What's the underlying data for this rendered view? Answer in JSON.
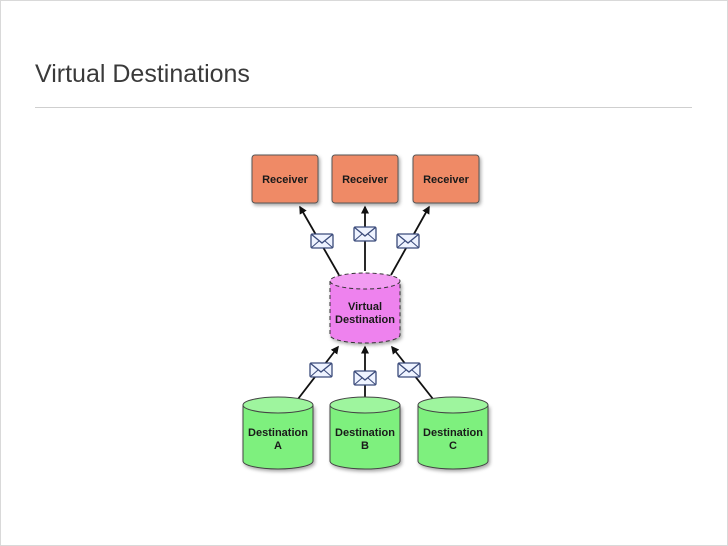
{
  "slide": {
    "title": "Virtual Destinations"
  },
  "diagram": {
    "receivers": [
      {
        "label": "Receiver"
      },
      {
        "label": "Receiver"
      },
      {
        "label": "Receiver"
      }
    ],
    "virtual_destination": {
      "line1": "Virtual",
      "line2": "Destination"
    },
    "destinations": [
      {
        "line1": "Destination",
        "line2": "A"
      },
      {
        "line1": "Destination",
        "line2": "B"
      },
      {
        "line1": "Destination",
        "line2": "C"
      }
    ],
    "icons": {
      "message": "envelope-icon"
    },
    "colors": {
      "receiver_fill": "#ef8a66",
      "virtual_fill": "#ee82ee",
      "destination_fill": "#7ef07e",
      "envelope_fill": "#eef3ff",
      "envelope_stroke": "#3a4a7a"
    }
  }
}
